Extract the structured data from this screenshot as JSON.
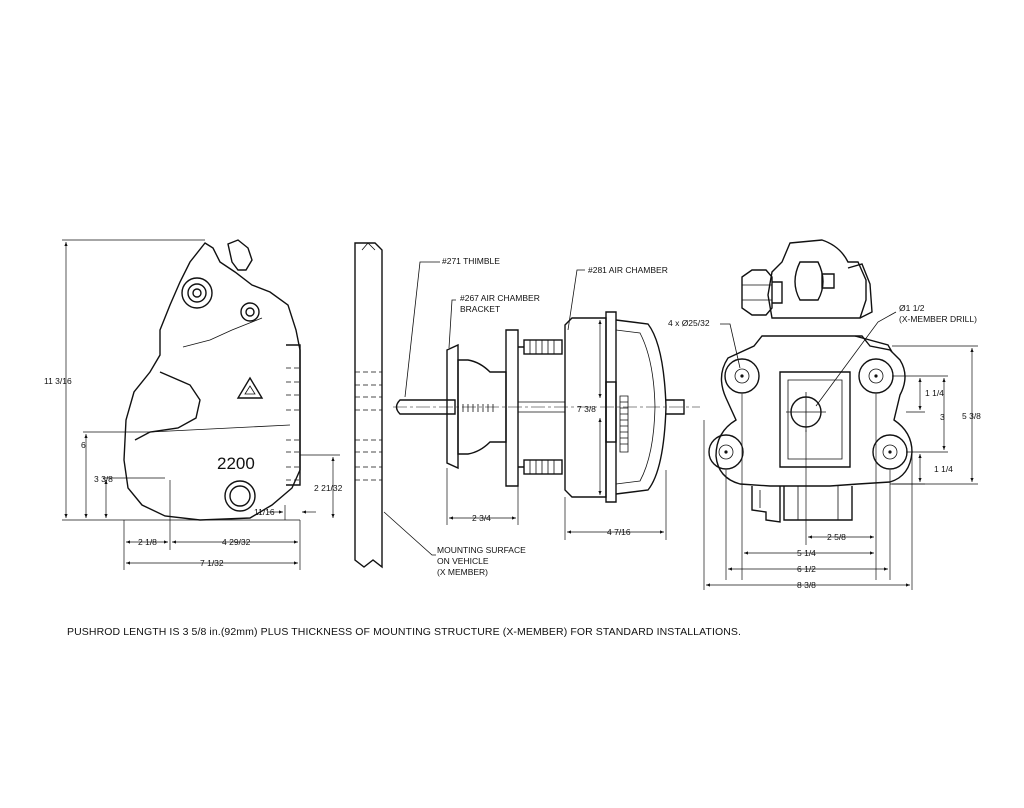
{
  "views": {
    "side": {
      "model_label": "2200",
      "dims": {
        "overall_height": "11 3/16",
        "height_6": "6",
        "height_3_3_8": "3 3/8",
        "right_2_21_32": "2 21/32",
        "offset_11_16": "11/16",
        "left_2_1_8": "2 1/8",
        "width_4_29_32": "4 29/32",
        "overall_width": "7 1/32"
      }
    },
    "air_chamber": {
      "callouts": {
        "thimble": "#271 THIMBLE",
        "bracket_line1": "#267 AIR CHAMBER",
        "bracket_line2": "BRACKET",
        "chamber": "#281 AIR CHAMBER",
        "mount_line1": "MOUNTING SURFACE",
        "mount_line2": "ON VEHICLE",
        "mount_line3": "(X MEMBER)"
      },
      "dims": {
        "chamber_diameter": "7 3/8",
        "bracket_length": "2 3/4",
        "chamber_length": "4 7/16"
      }
    },
    "rear": {
      "callouts": {
        "holes": "4 x Ø25/32",
        "drill_line1": "Ø1 1/2",
        "drill_line2": "(X-MEMBER DRILL)"
      },
      "dims": {
        "v_1_1_4_top": "1 1/4",
        "v_3": "3",
        "v_1_1_4_bottom": "1 1/4",
        "v_5_3_8": "5 3/8",
        "h_2_5_8": "2 5/8",
        "h_5_1_4": "5 1/4",
        "h_6_1_2": "6 1/2",
        "h_8_3_8": "8 3/8"
      }
    }
  },
  "footer": {
    "note": "PUSHROD LENGTH IS 3 5/8 in.(92mm) PLUS THICKNESS OF MOUNTING STRUCTURE (X-MEMBER) FOR STANDARD INSTALLATIONS."
  }
}
